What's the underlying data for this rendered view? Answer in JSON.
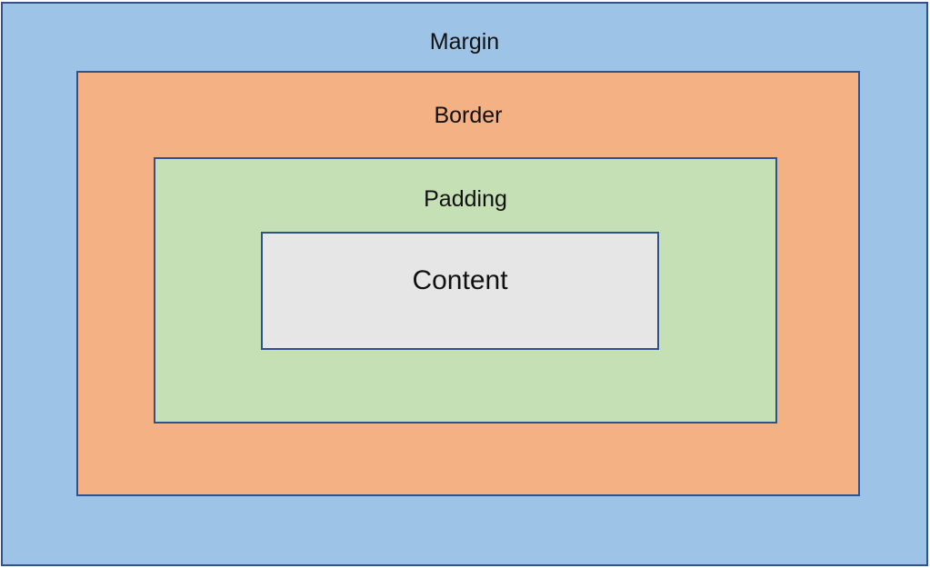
{
  "diagram": {
    "layers": {
      "margin": {
        "label": "Margin",
        "color": "#9dc3e6"
      },
      "border": {
        "label": "Border",
        "color": "#f4b183"
      },
      "padding": {
        "label": "Padding",
        "color": "#c5e0b4"
      },
      "content": {
        "label": "Content",
        "color": "#e6e6e6"
      }
    },
    "outline_color": "#2f528f"
  }
}
